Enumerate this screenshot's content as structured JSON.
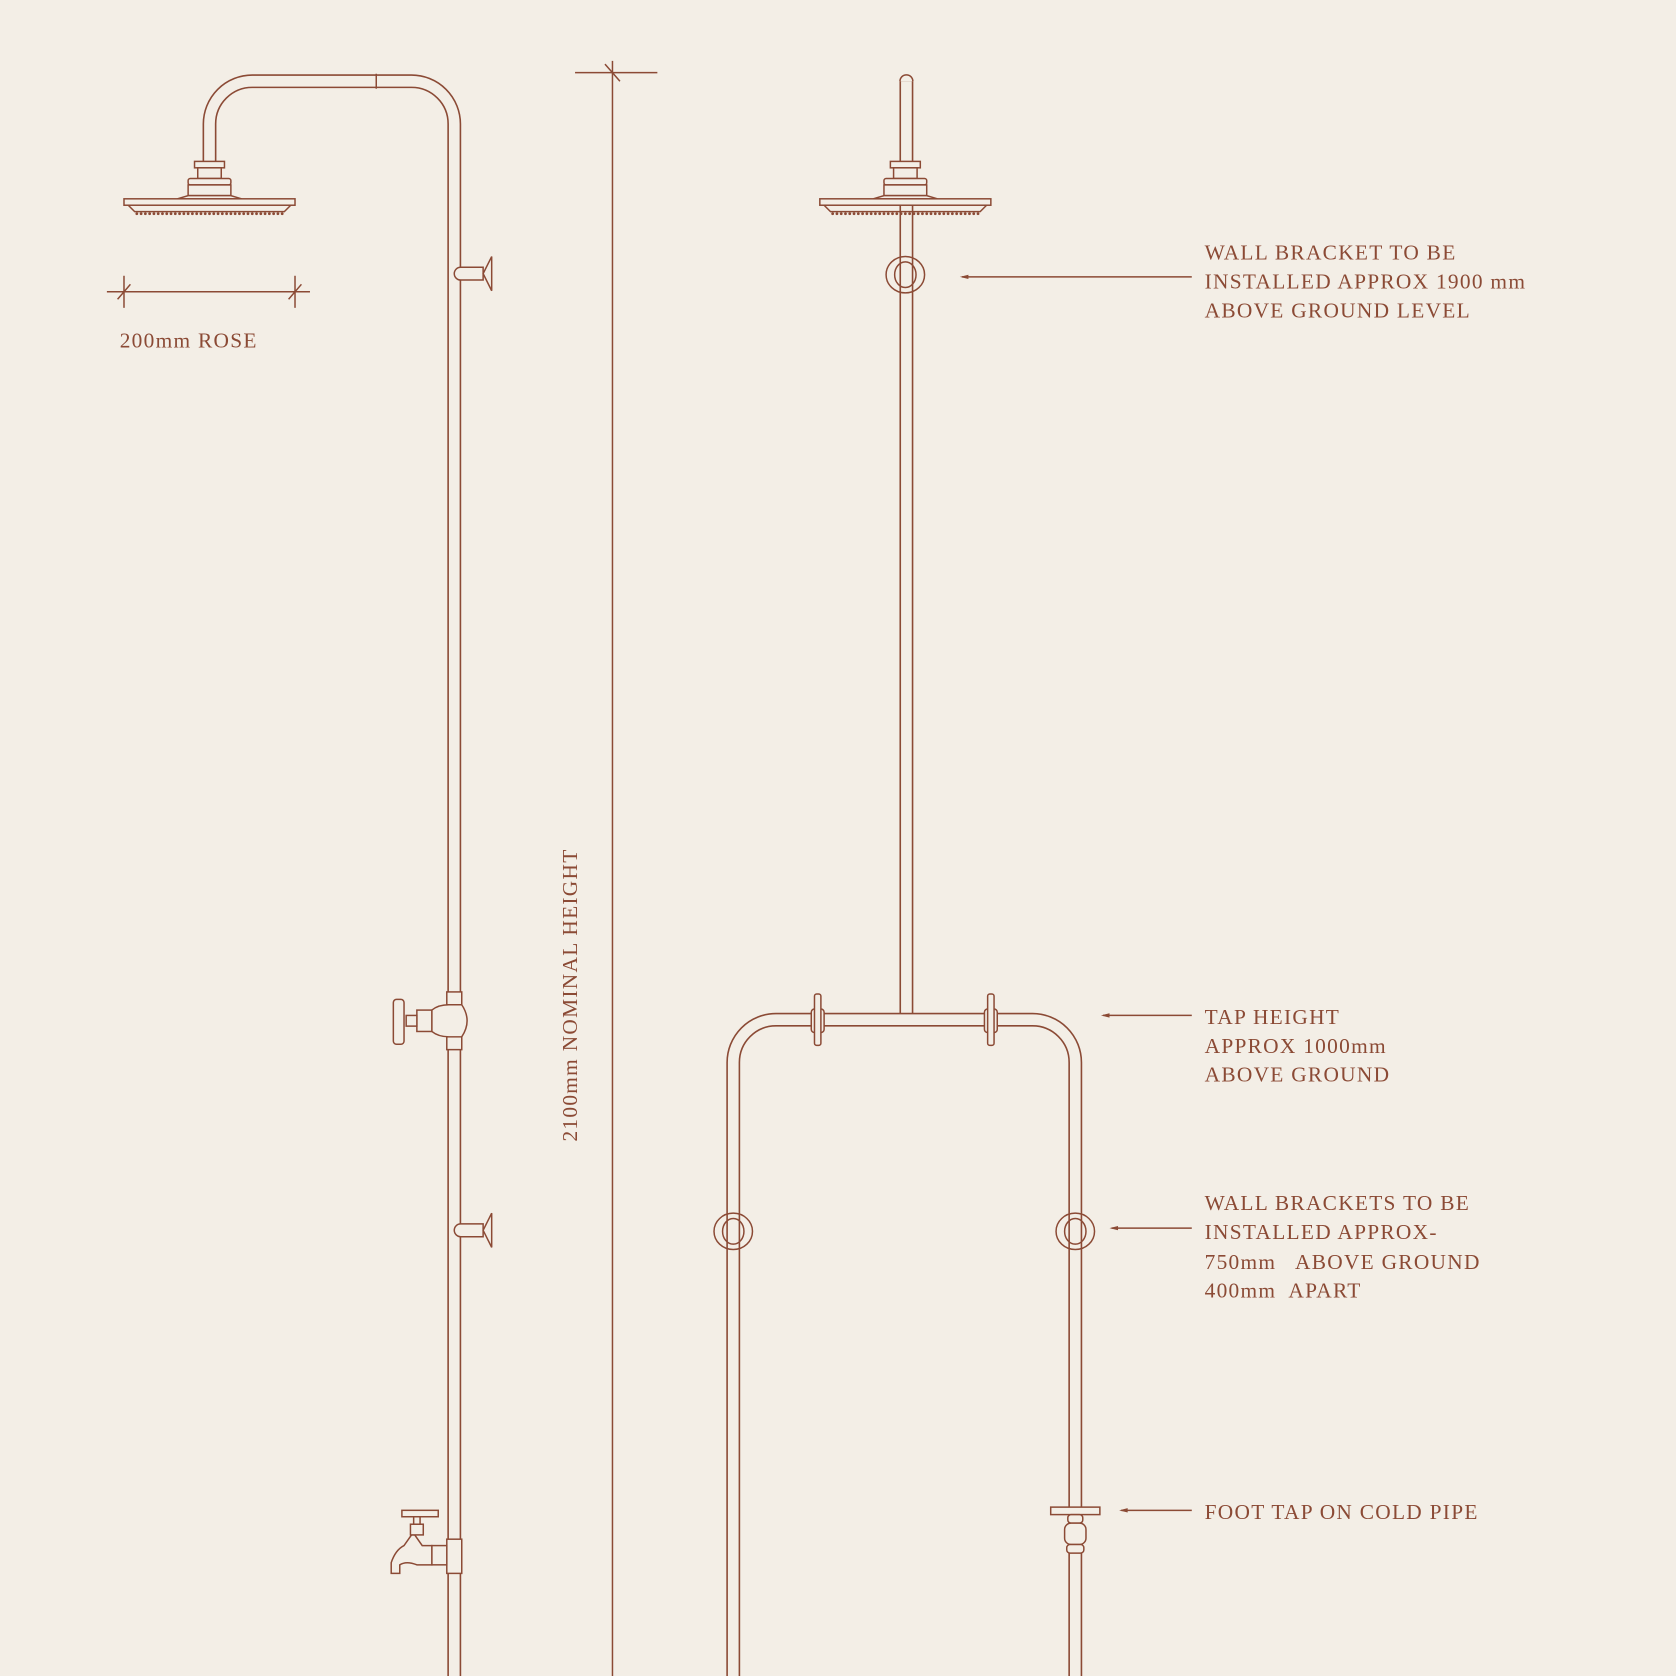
{
  "colors": {
    "line": "#8B4A35",
    "background": "#F3EEE6"
  },
  "labels": {
    "rose": "200mm ROSE",
    "height": "2100mm  NOMINAL HEIGHT",
    "wall_bracket_top": [
      "WALL BRACKET TO BE",
      "INSTALLED APPROX 1900 mm",
      "ABOVE GROUND LEVEL"
    ],
    "tap_height": [
      "TAP HEIGHT",
      "APPROX 1000mm",
      "ABOVE GROUND"
    ],
    "wall_brackets_low": [
      "WALL BRACKETS TO BE",
      "INSTALLED APPROX-",
      "750mm   ABOVE GROUND",
      "400mm  APART"
    ],
    "foot_tap": "FOOT TAP ON COLD PIPE"
  }
}
